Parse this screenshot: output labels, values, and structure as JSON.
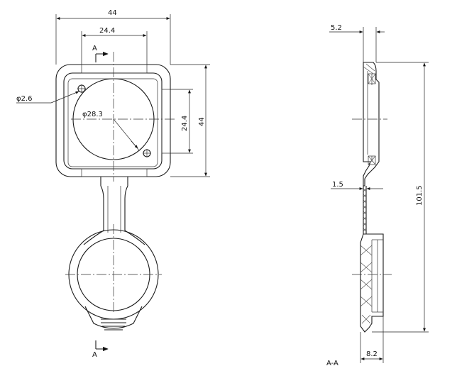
{
  "front_view": {
    "width_overall": "44",
    "width_inner": "24.4",
    "hole_dia": "φ2.6",
    "window_dia": "φ28.3",
    "height_inner": "24.4",
    "height_overall": "44",
    "section_marker_top": "A",
    "section_marker_bottom": "A"
  },
  "section_view": {
    "thickness_top": "5.2",
    "strap_thickness": "1.5",
    "total_length": "101.5",
    "thickness_bottom": "8.2",
    "section_label": "A-A"
  }
}
